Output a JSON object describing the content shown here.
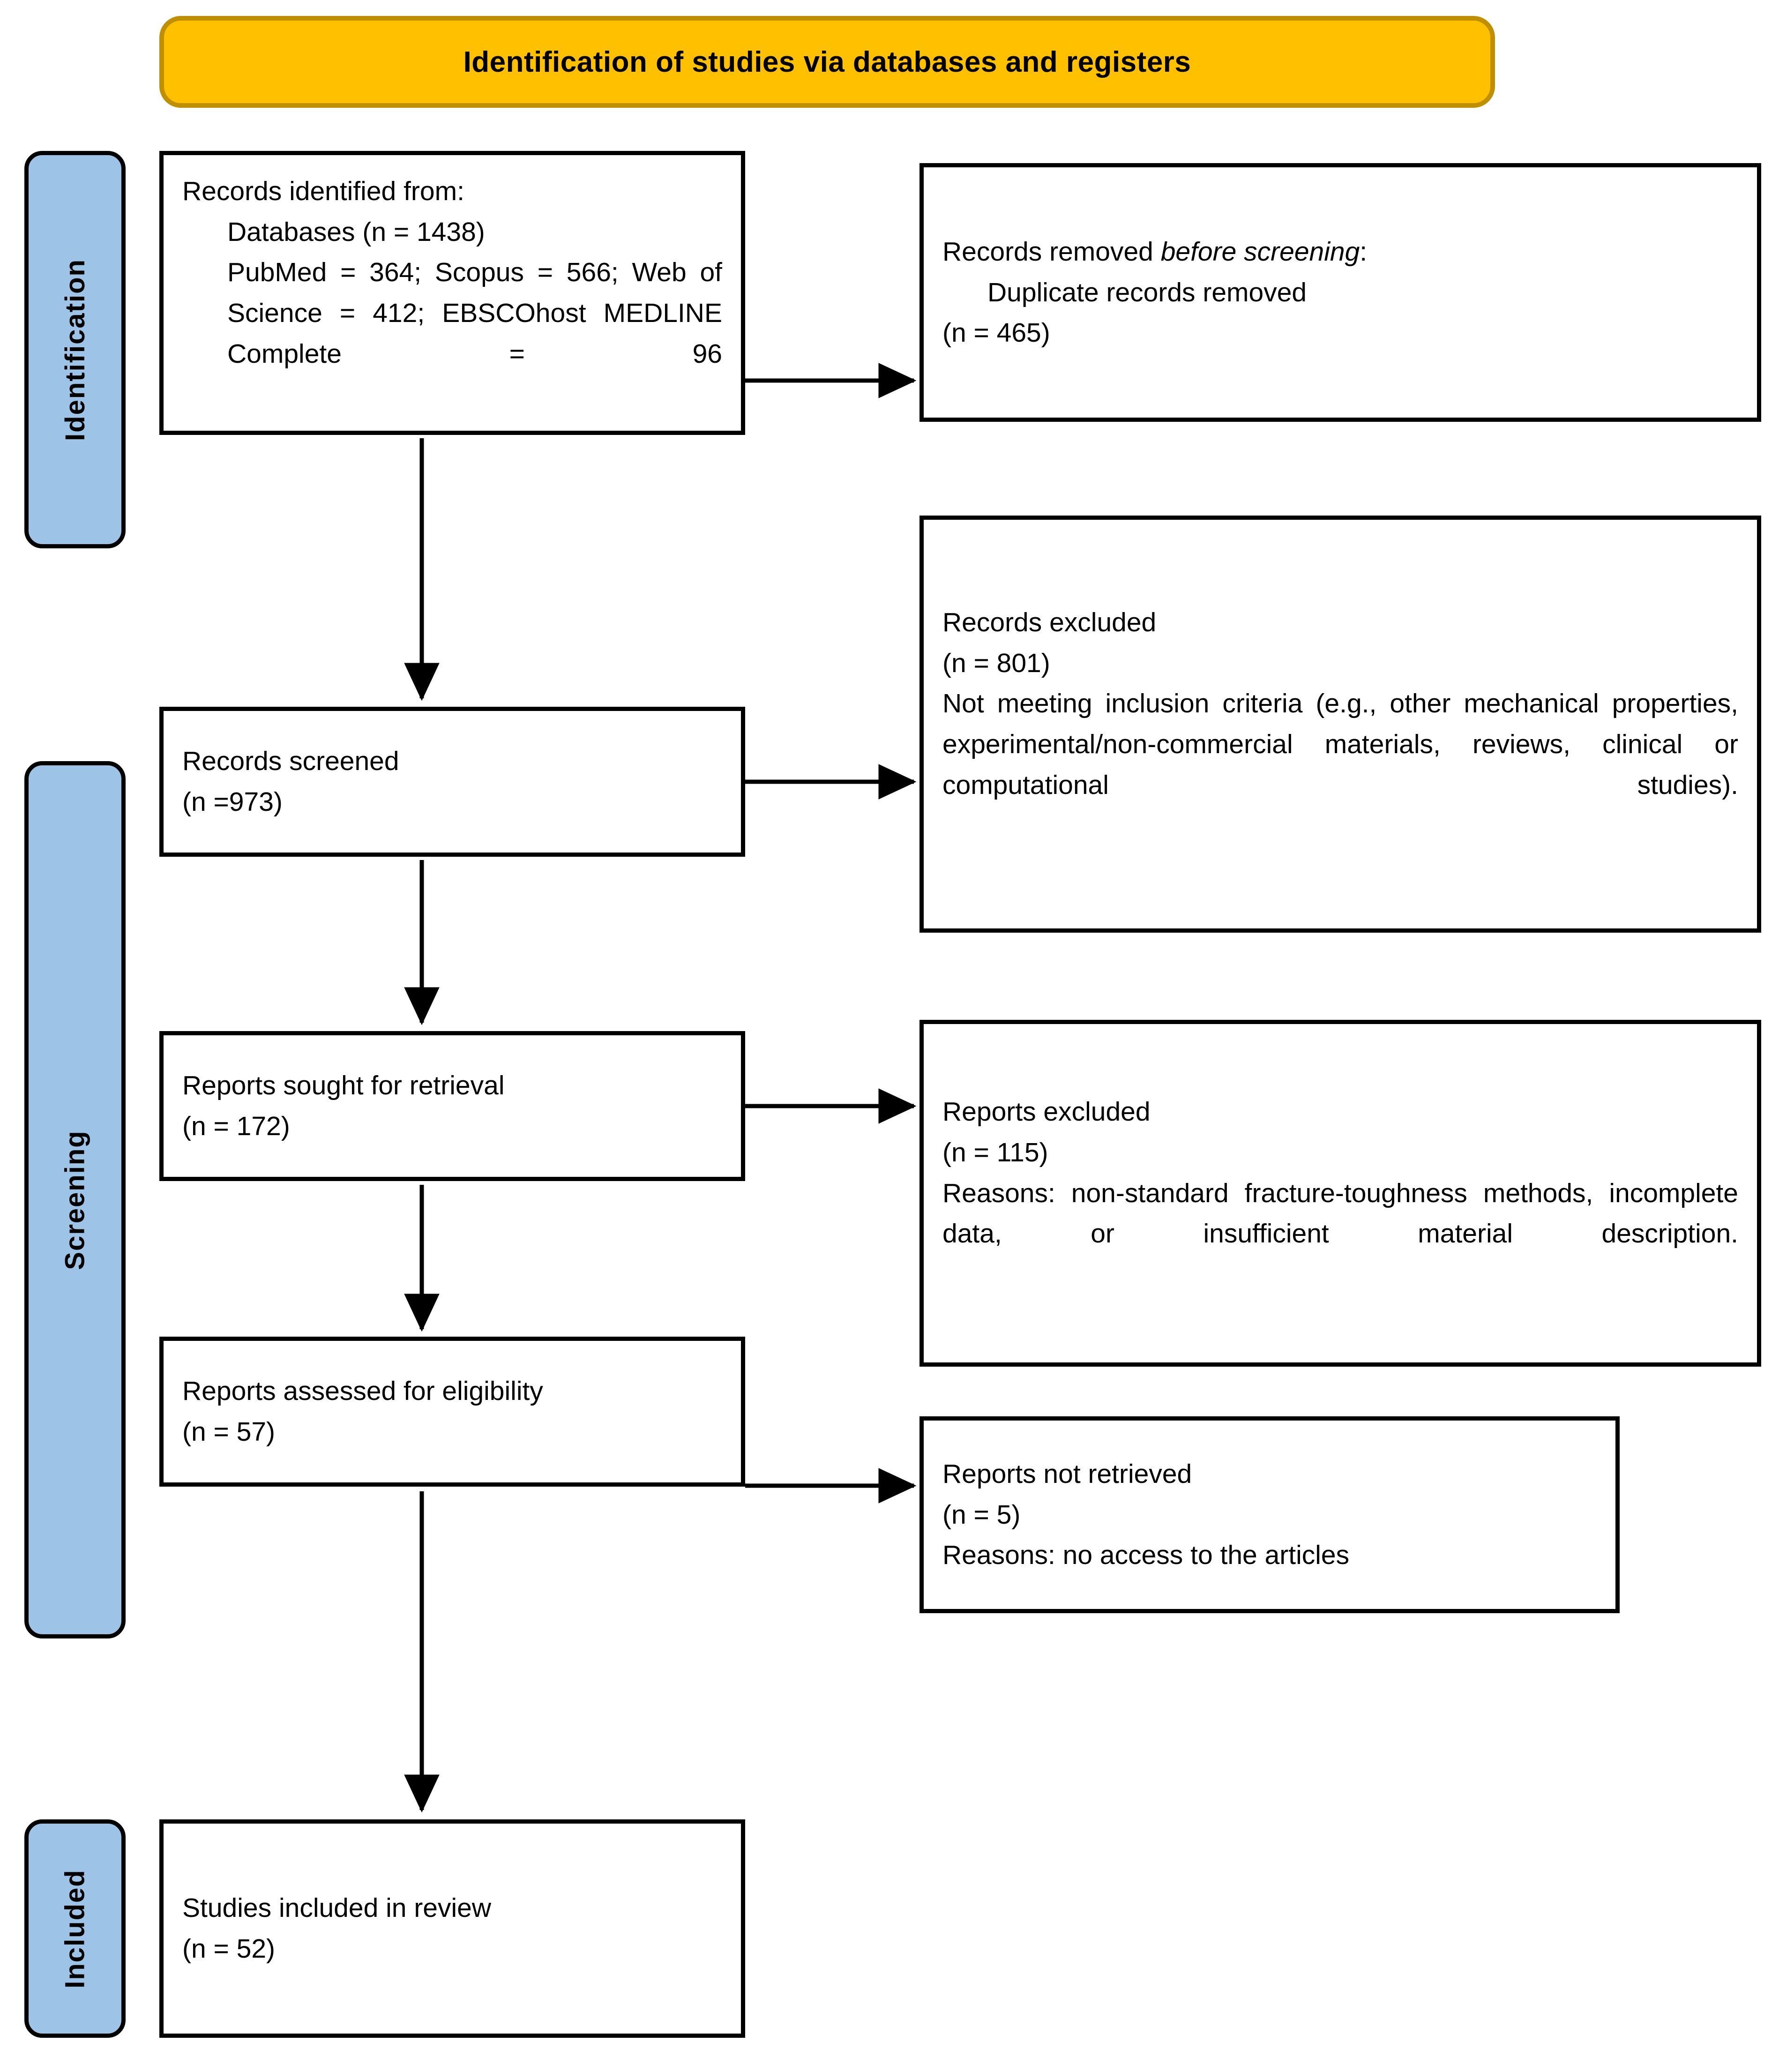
{
  "diagram": {
    "type": "prisma-flow-diagram",
    "title": "Identification of studies via databases and registers",
    "phases": [
      {
        "id": "identification",
        "label": "Identification"
      },
      {
        "id": "screening",
        "label": "Screening"
      },
      {
        "id": "included",
        "label": "Included"
      }
    ],
    "boxes": {
      "identified": {
        "heading": "Records identified from:",
        "line_databases": "Databases (n = 1438)",
        "line_sources": "PubMed = 364; Scopus = 566; Web of Science = 412; EBSCOhost MEDLINE Complete = 96"
      },
      "removed_before_screening": {
        "heading_prefix": "Records removed ",
        "heading_italic": "before screening",
        "heading_suffix": ":",
        "line_duplicates": "Duplicate records removed",
        "line_count": "(n = 465)"
      },
      "records_screened": {
        "heading": "Records screened",
        "count": "(n =973)"
      },
      "records_excluded": {
        "heading": "Records excluded",
        "count": "(n = 801)",
        "reasons": "Not meeting inclusion criteria (e.g., other mechanical properties, experimental/non-commercial materials, reviews, clinical or computational studies)."
      },
      "reports_sought": {
        "heading": "Reports sought for retrieval",
        "count": "(n = 172)"
      },
      "reports_excluded": {
        "heading": "Reports excluded",
        "count": "(n = 115)",
        "reasons": "Reasons: non-standard fracture-toughness methods, incomplete data, or insufficient material description."
      },
      "reports_assessed": {
        "heading": "Reports assessed for eligibility",
        "count": "(n = 57)"
      },
      "reports_not_retrieved": {
        "heading": "Reports not retrieved",
        "count": "(n = 5)",
        "reasons": "Reasons: no access to the articles"
      },
      "studies_included": {
        "heading": "Studies included in review",
        "count": "(n = 52)"
      }
    },
    "colors": {
      "banner_fill": "#FFC000",
      "banner_border": "#BF8F00",
      "phase_fill": "#9DC3E6",
      "stroke": "#000000",
      "box_fill": "#FFFFFF"
    }
  }
}
